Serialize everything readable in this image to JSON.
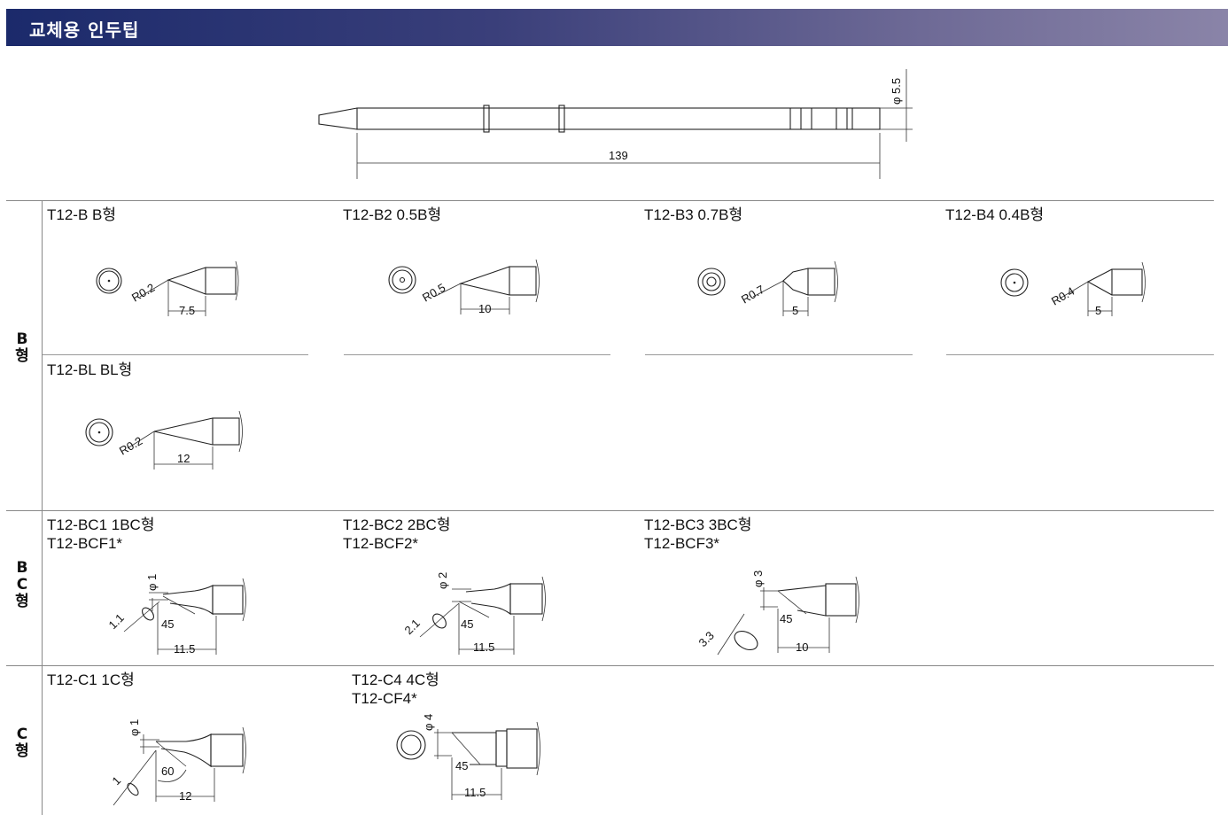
{
  "header": {
    "title": "교체용 인두팁"
  },
  "overview": {
    "length": "139",
    "diameter": "φ 5.5"
  },
  "sections": [
    {
      "label": "B\n형"
    },
    {
      "label": "B\nC\n형"
    },
    {
      "label": "C\n형"
    }
  ],
  "tips": {
    "b": {
      "title": "T12-B  B형",
      "r": "R0.2",
      "len": "7.5"
    },
    "b2": {
      "title": "T12-B2  0.5B형",
      "r": "R0.5",
      "len": "10"
    },
    "b3": {
      "title": "T12-B3  0.7B형",
      "r": "R0.7",
      "len": "5"
    },
    "b4": {
      "title": "T12-B4  0.4B형",
      "r": "R0.4",
      "len": "5"
    },
    "bl": {
      "title": "T12-BL  BL형",
      "r": "R0.2",
      "len": "12"
    },
    "bc1": {
      "title": "T12-BC1  1BC형",
      "title2": "T12-BCF1*",
      "d": "φ 1",
      "face": "1.1",
      "angle": "45",
      "len": "11.5"
    },
    "bc2": {
      "title": "T12-BC2  2BC형",
      "title2": "T12-BCF2*",
      "d": "φ 2",
      "face": "2.1",
      "angle": "45",
      "len": "11.5"
    },
    "bc3": {
      "title": "T12-BC3  3BC형",
      "title2": "T12-BCF3*",
      "d": "φ 3",
      "face": "3.3",
      "angle": "45",
      "len": "10"
    },
    "c1": {
      "title": "T12-C1  1C형",
      "d": "φ 1",
      "face": "1",
      "angle": "60",
      "len": "12"
    },
    "c4": {
      "title": "T12-C4  4C형",
      "title2": "T12-CF4*",
      "d": "φ 4",
      "angle": "45",
      "len": "11.5"
    }
  }
}
